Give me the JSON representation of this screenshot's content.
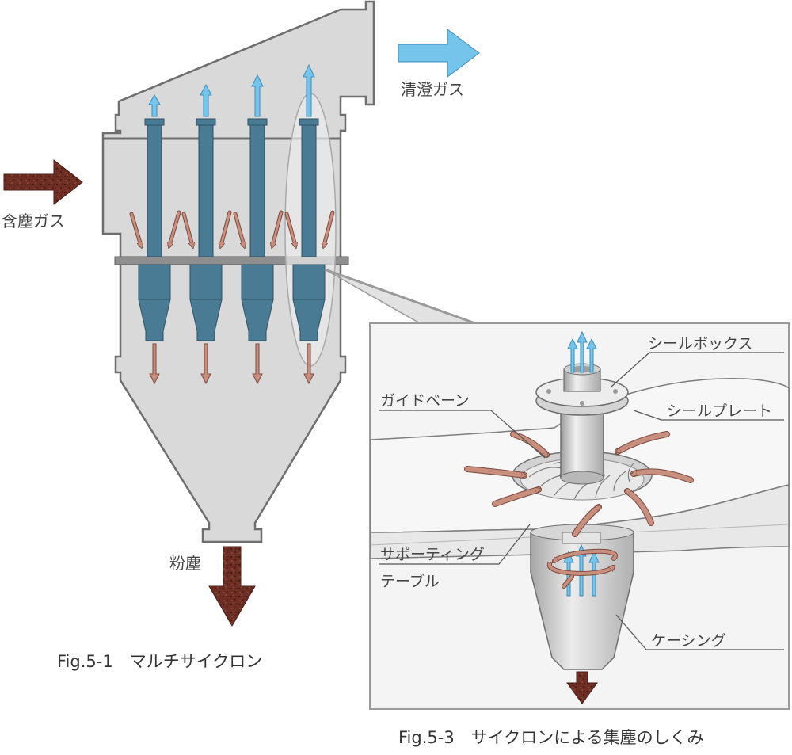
{
  "labels": {
    "clean_gas": "清澄ガス",
    "dusty_gas": "含塵ガス",
    "dust": "粉塵",
    "seal_box": "シールボックス",
    "guide_vane": "ガイドベーン",
    "seal_plate": "シールプレート",
    "support_table_line1": "サポーティング",
    "support_table_line2": "テーブル",
    "casing": "ケーシング"
  },
  "captions": {
    "fig_5_1": "Fig.5-1　マルチサイクロン",
    "fig_5_3": "Fig.5-3　サイクロンによる集塵のしくみ"
  },
  "colors": {
    "body": "#d9d9d9",
    "outline": "#6e6e6e",
    "cyclone": "#4a7b95",
    "plate": "#8a8a8a",
    "clean_arrow": "#74c4ec",
    "dust_arrow": "#6e2e24",
    "flow_arrow": "#c98f7e"
  }
}
